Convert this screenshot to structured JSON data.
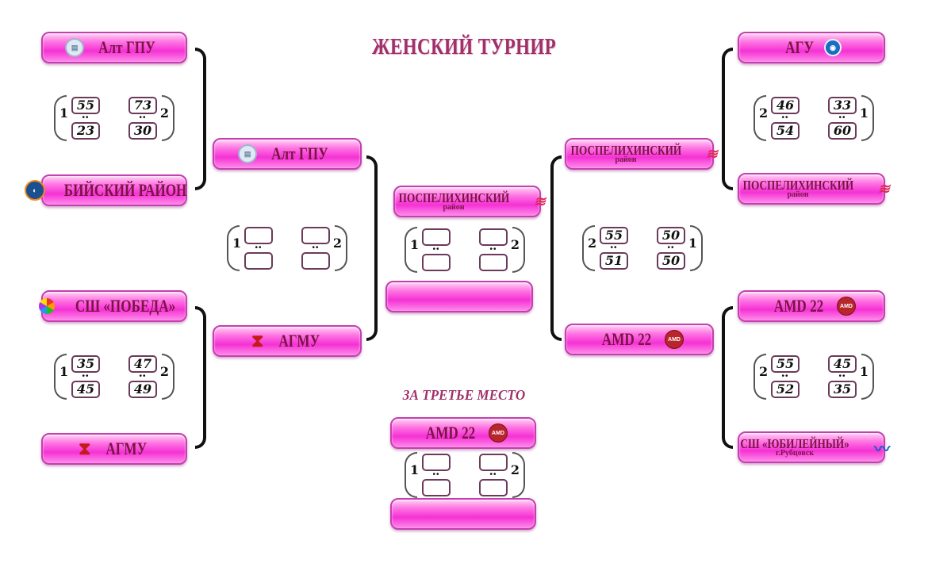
{
  "title": "ЖЕНСКИЙ ТУРНИР",
  "third_place_label": "ЗА ТРЕТЬЕ МЕСТО",
  "teams": {
    "altgpu": "Алт ГПУ",
    "biysk": "БИЙСКИЙ РАЙОН",
    "pobeda": "СШ «ПОБЕДА»",
    "agmu": "АГМУ",
    "agu": "АГУ",
    "pospel": "ПОСПЕЛИХИНСКИЙ",
    "pospel_sub": "район",
    "amd": "AMD 22",
    "yubil": "СШ «ЮБИЛЕЙНЫЙ»",
    "yubil_sub": "г.Рубцовск",
    "empty": ""
  },
  "scores": {
    "qf1": {
      "left_games": "1",
      "right_games": "2",
      "g1_top": "55",
      "g1_bot": "23",
      "g2_top": "73",
      "g2_bot": "30"
    },
    "qf2": {
      "left_games": "1",
      "right_games": "2",
      "g1_top": "35",
      "g1_bot": "45",
      "g2_top": "47",
      "g2_bot": "49"
    },
    "qf3": {
      "left_games": "2",
      "right_games": "1",
      "g1_top": "46",
      "g1_bot": "54",
      "g2_top": "33",
      "g2_bot": "60"
    },
    "qf4": {
      "left_games": "2",
      "right_games": "1",
      "g1_top": "55",
      "g1_bot": "52",
      "g2_top": "45",
      "g2_bot": "35"
    },
    "sf1": {
      "left_games": "1",
      "right_games": "2",
      "g1_top": "",
      "g1_bot": "",
      "g2_top": "",
      "g2_bot": ""
    },
    "sf2": {
      "left_games": "2",
      "right_games": "1",
      "g1_top": "55",
      "g1_bot": "51",
      "g2_top": "50",
      "g2_bot": "50"
    },
    "final": {
      "left_games": "1",
      "right_games": "2",
      "g1_top": "",
      "g1_bot": "",
      "g2_top": "",
      "g2_bot": ""
    },
    "third": {
      "left_games": "1",
      "right_games": "2",
      "g1_top": "",
      "g1_bot": "",
      "g2_top": "",
      "g2_bot": ""
    }
  },
  "icons": {
    "altgpu": "altgpu-logo-icon",
    "agu": "agu-logo-icon",
    "biysk": "biysk-logo-icon",
    "pobeda": "pobeda-logo-icon",
    "agmu": "agmu-logo-icon",
    "amd": "amd22-logo-icon",
    "pospel": "pospelikha-logo-icon",
    "yubil": "swimmer-logo-icon"
  },
  "colors": {
    "title": "#a0306a",
    "team_fill": "#f531d4",
    "team_text": "#7a1445"
  }
}
